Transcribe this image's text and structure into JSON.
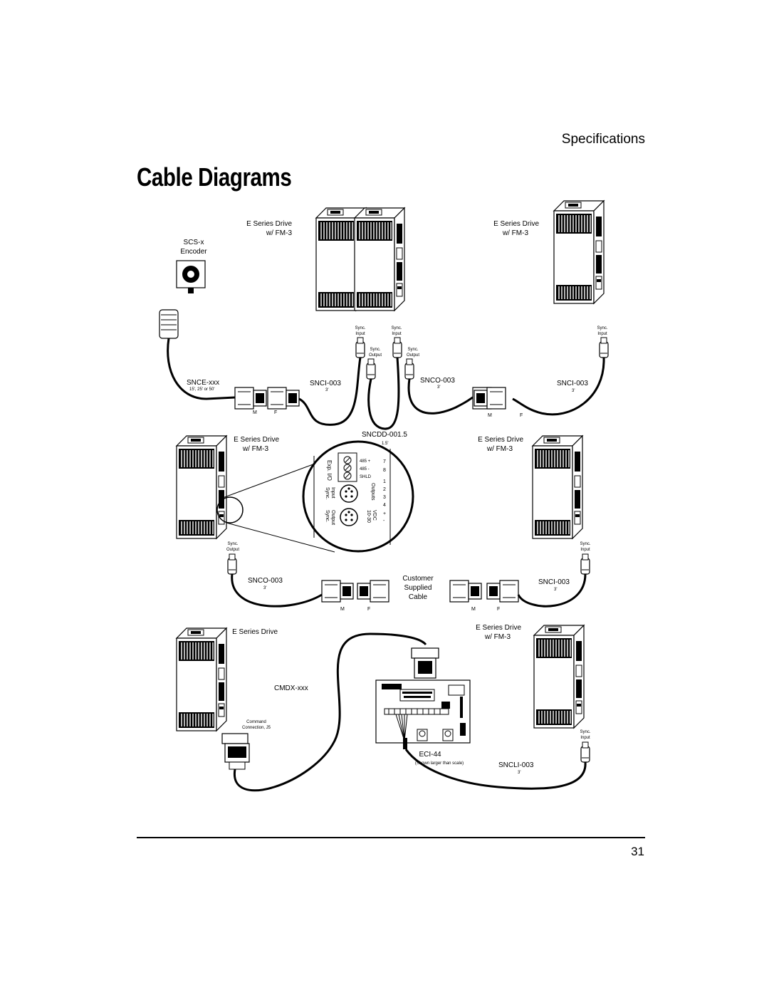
{
  "header": {
    "section": "Specifications",
    "title": "Cable Diagrams"
  },
  "footer": {
    "page_number": "31"
  },
  "labels": {
    "drive_fm3": "E Series Drive",
    "with_fm3": "w/ FM-3",
    "drive_plain": "E Series Drive",
    "encoder_line1": "SCS-x",
    "encoder_line2": "Encoder",
    "snce": "SNCE-xxx",
    "snce_len": "15', 25' or 50'",
    "snci": "SNCI-003",
    "snco": "SNCO-003",
    "len_3": "3'",
    "sncdd": "SNCDD-001.5",
    "sncdd_len": "1.5'",
    "sync": "Sync.",
    "input": "Input",
    "output": "Output",
    "male": "M",
    "female": "F",
    "customer1": "Customer",
    "customer2": "Supplied",
    "customer3": "Cable",
    "cmdx": "CMDX-xxx",
    "command1": "Command",
    "command2": "Connection, J5",
    "eci": "ECI-44",
    "eci_note": "(Shown larger than scale)",
    "sncli": "SNCLI-003",
    "detail_expio": "Exp. I/O",
    "detail_485p": "485 +",
    "detail_485m": "485 -",
    "detail_shld": "SHLD",
    "detail_outputs": "Outputs",
    "detail_vdc1": "10-30",
    "detail_vdc2": "VDC",
    "pin7": "7",
    "pin8": "8",
    "pin1": "1",
    "pin2": "2",
    "pin3": "3",
    "pin4": "4",
    "plus": "+",
    "minus": "-"
  }
}
